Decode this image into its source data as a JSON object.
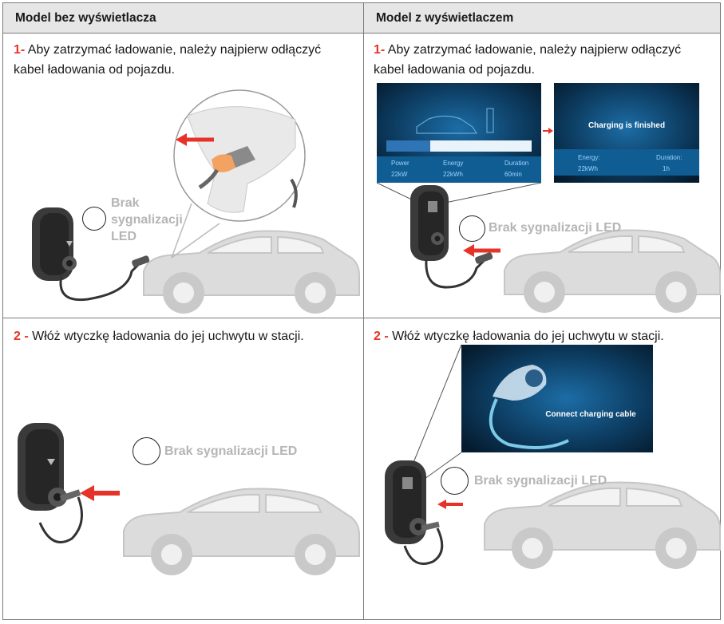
{
  "headers": {
    "left": "Model bez wyświetlacza",
    "right": "Model z wyświetlaczem"
  },
  "step1": {
    "number": "1-",
    "text": " Aby zatrzymać ładowanie, należy najpierw odłączyć kabel ładowania od pojazdu."
  },
  "step2": {
    "number": "2 -",
    "text": " Włóż wtyczkę ładowania do jej uchwytu w stacji."
  },
  "led": {
    "short_line1": "Brak",
    "short_line2": "sygnalizacji",
    "short_line3": "LED",
    "full": "Brak sygnalizacji LED"
  },
  "screen_charging": {
    "labels": [
      "Power",
      "Energy",
      "Duration"
    ],
    "values": [
      "22kW",
      "22kWh",
      "60min"
    ],
    "progress": 0.3
  },
  "screen_finished": {
    "title": "Charging is finished",
    "labels": [
      "Energy:",
      "Duration:"
    ],
    "values": [
      "22kWh",
      "1h"
    ]
  },
  "screen_connect": {
    "title": "Connect charging cable"
  },
  "colors": {
    "accent_red": "#e63329",
    "led_gray": "#b5b5b5",
    "header_bg": "#e6e6e6"
  }
}
